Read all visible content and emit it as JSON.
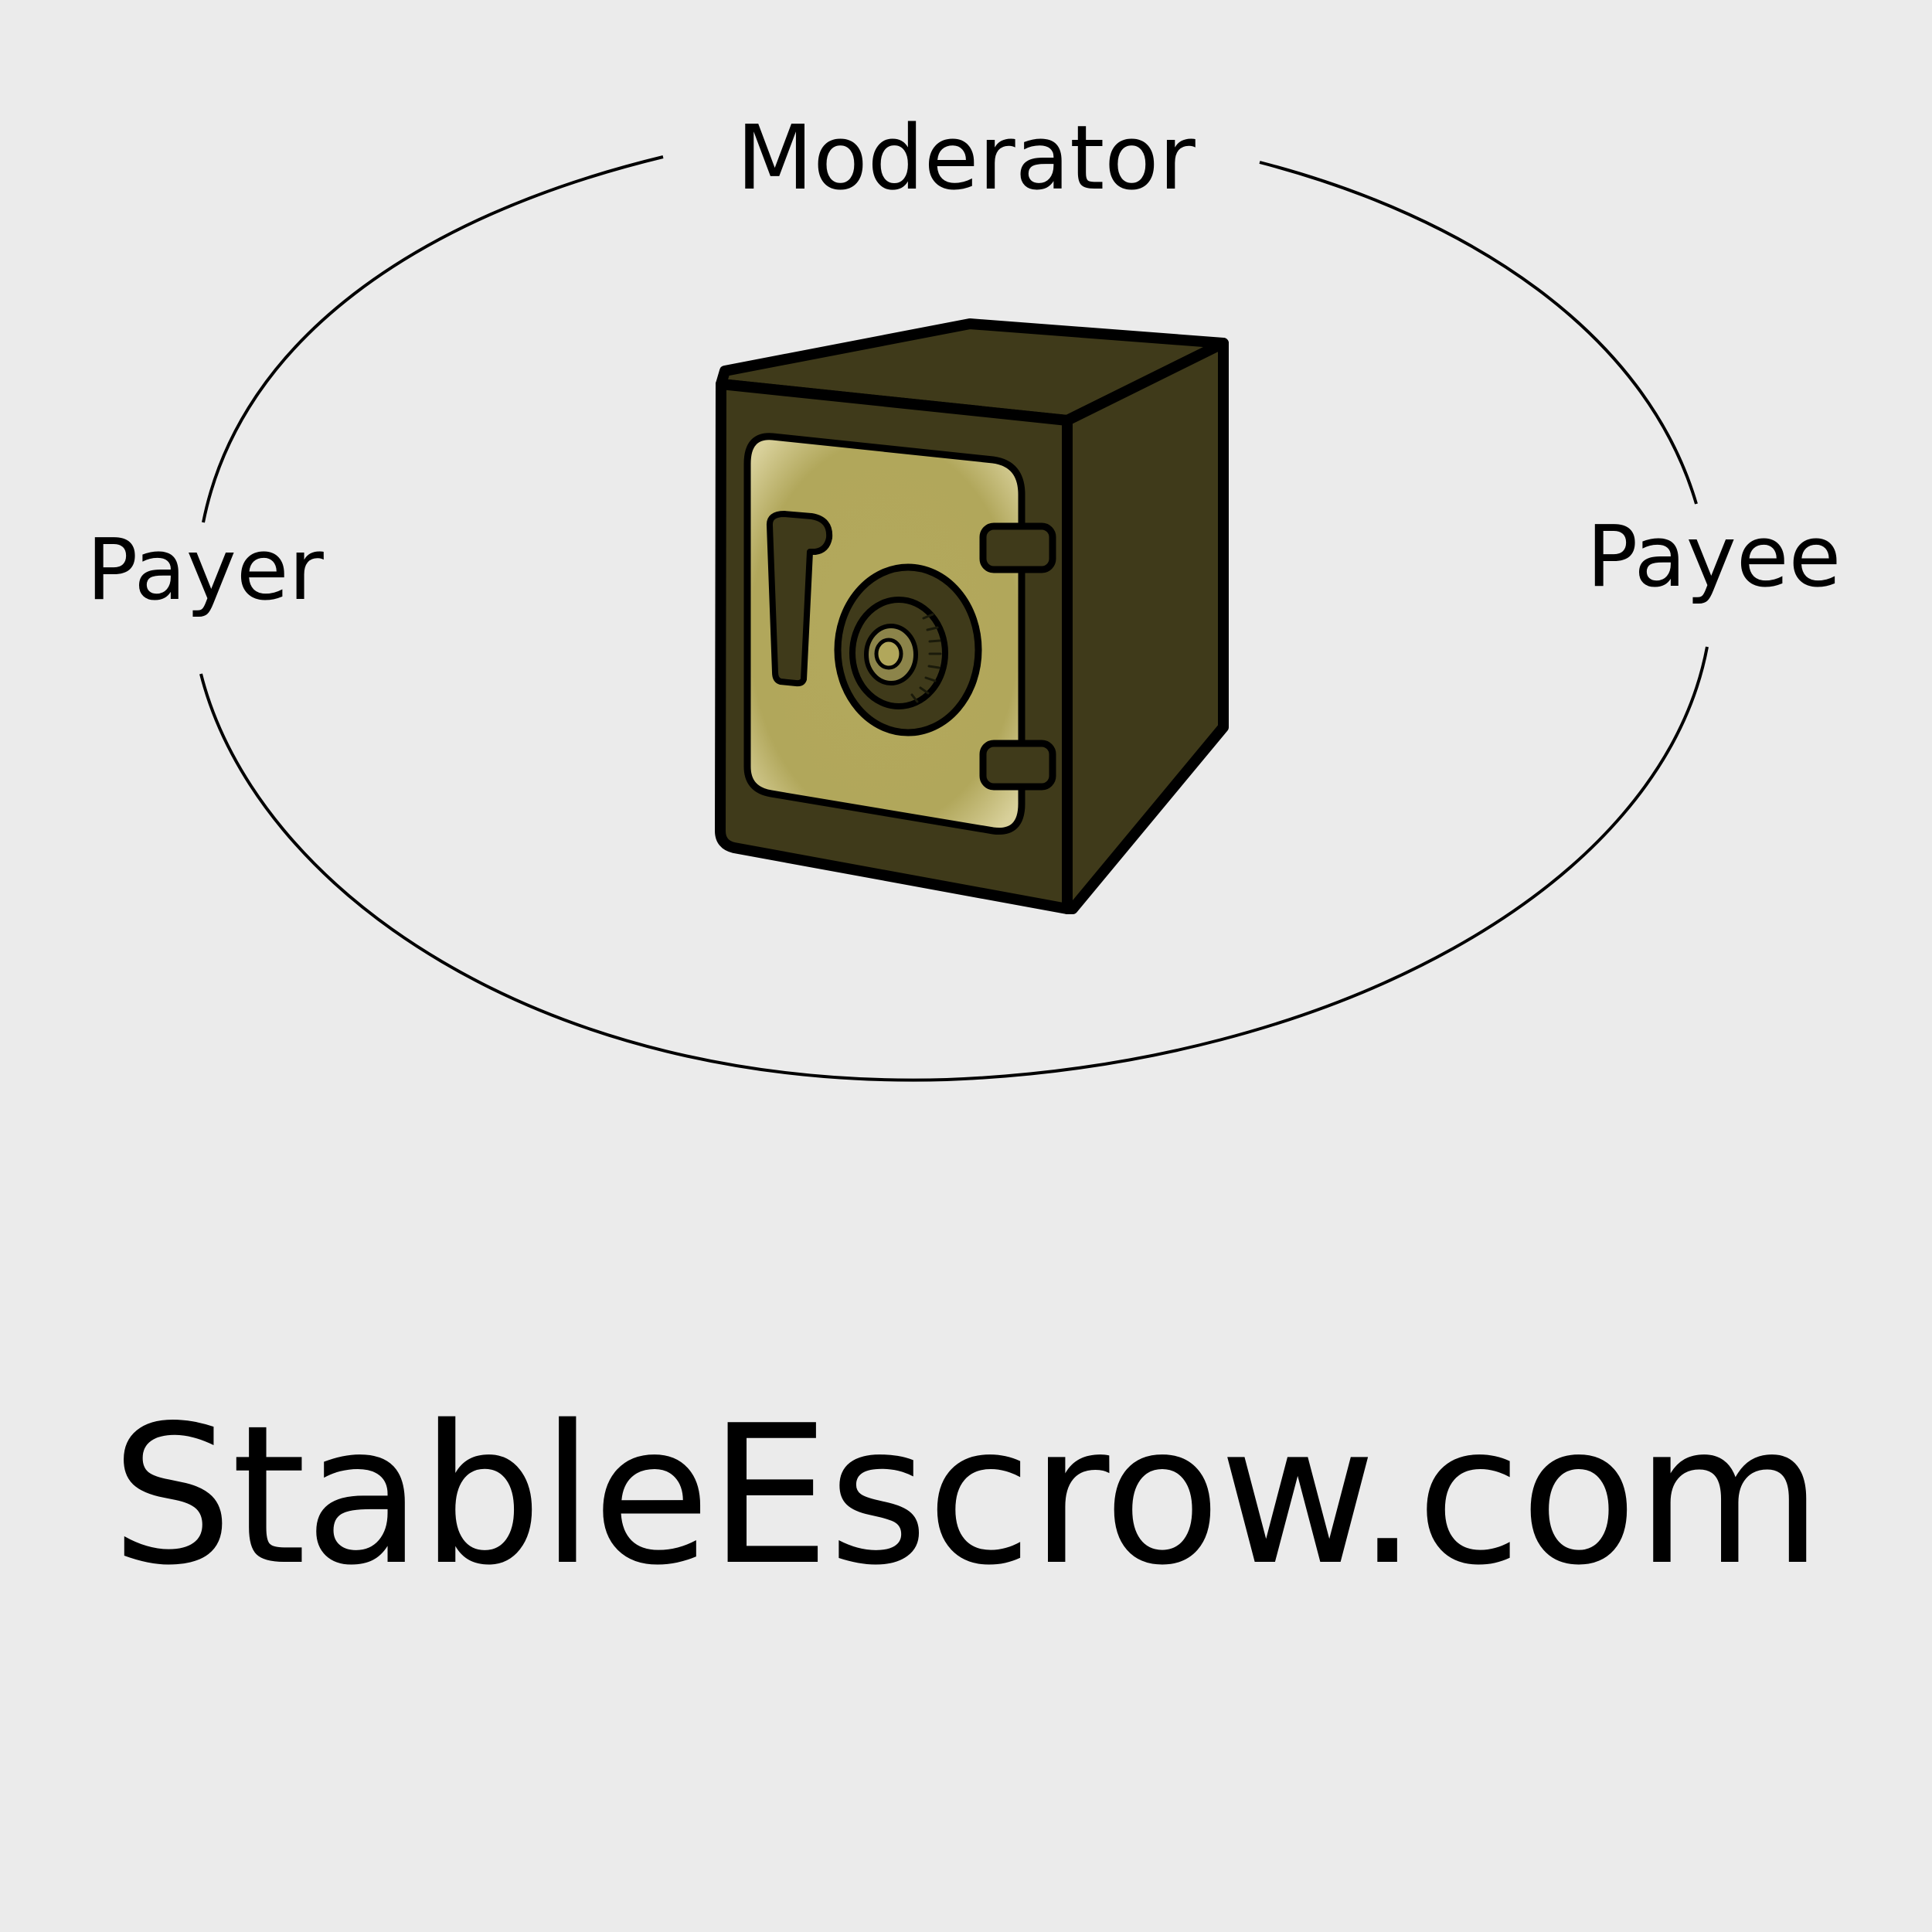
{
  "diagram": {
    "roles": {
      "moderator": "Moderator",
      "payer": "Payer",
      "payee": "Payee"
    },
    "center_icon": "safe-icon",
    "site_name": "StableEscrow.com"
  },
  "colors": {
    "background": "#ebebeb",
    "ellipse_stroke": "#000000",
    "safe_body": "#3f3a1a",
    "safe_door": "#b1a75b",
    "outline": "#000000"
  }
}
